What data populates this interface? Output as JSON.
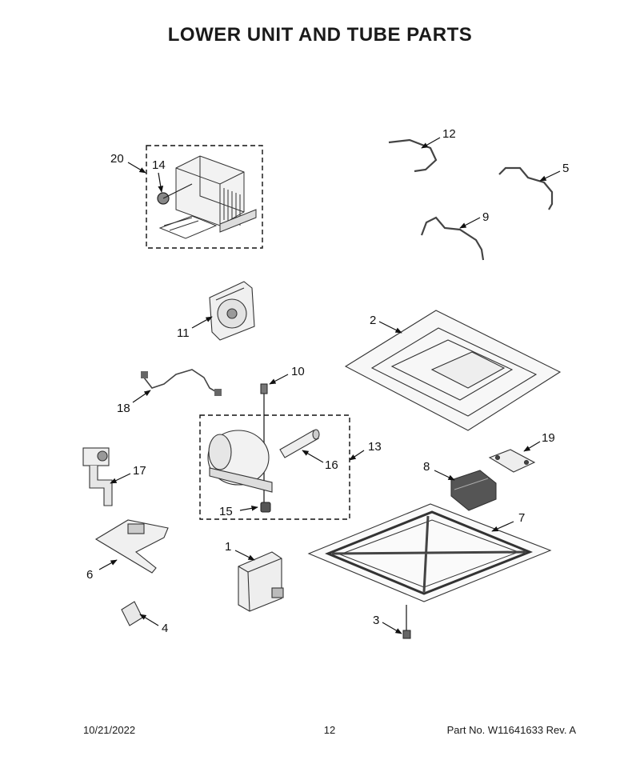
{
  "title": "LOWER UNIT AND TUBE PARTS",
  "callouts": {
    "c1": "1",
    "c2": "2",
    "c3": "3",
    "c4": "4",
    "c5": "5",
    "c6": "6",
    "c7": "7",
    "c8": "8",
    "c9": "9",
    "c10": "10",
    "c11": "11",
    "c12": "12",
    "c14": "14",
    "c15": "15",
    "c16": "16",
    "c17": "17",
    "c18": "18",
    "c19": "19",
    "c20": "20",
    "c13": "13"
  },
  "footer": {
    "date": "10/21/2022",
    "page": "12",
    "part_info": "Part No.  W11641633  Rev.  A"
  }
}
